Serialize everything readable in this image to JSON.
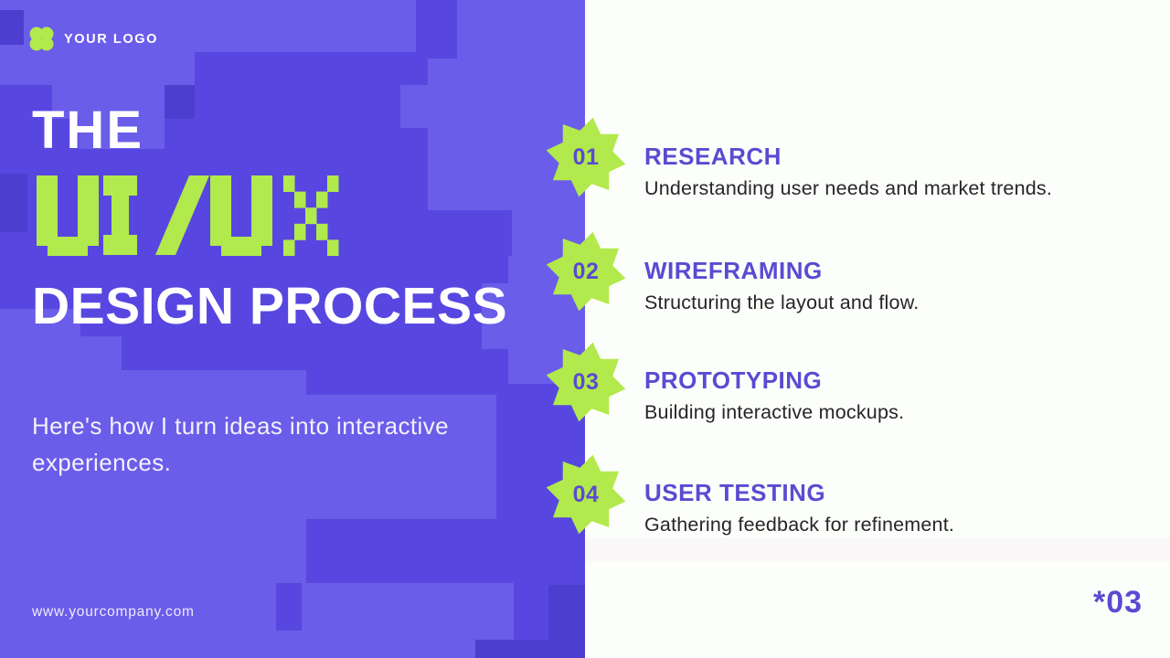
{
  "slide": {
    "logo": {
      "text": "YOUR LOGO",
      "icon": "clover-logo-icon"
    },
    "title": {
      "line1": "THE",
      "pixel_word": "UI/UX",
      "line3": "DESIGN PROCESS"
    },
    "subtitle": "Here's how I turn ideas into interactive experiences.",
    "website": "www.yourcompany.com",
    "page_number": "*03",
    "steps": [
      {
        "number": "01",
        "title": "RESEARCH",
        "description": "Understanding user needs and market trends."
      },
      {
        "number": "02",
        "title": "WIREFRAMING",
        "description": "Structuring the layout and flow."
      },
      {
        "number": "03",
        "title": "PROTOTYPING",
        "description": "Building interactive mockups."
      },
      {
        "number": "04",
        "title": "USER TESTING",
        "description": "Gathering feedback for refinement."
      }
    ],
    "colors": {
      "panel_base_purple": "#5747e0",
      "panel_light_purple": "#6a5de9",
      "panel_dark_purple": "#4c3ecf",
      "accent_green": "#b2e94c",
      "accent_purple": "#5b4ad2",
      "right_background": "#fcfefb",
      "body_text": "#262626",
      "white_text": "#ffffff"
    }
  }
}
